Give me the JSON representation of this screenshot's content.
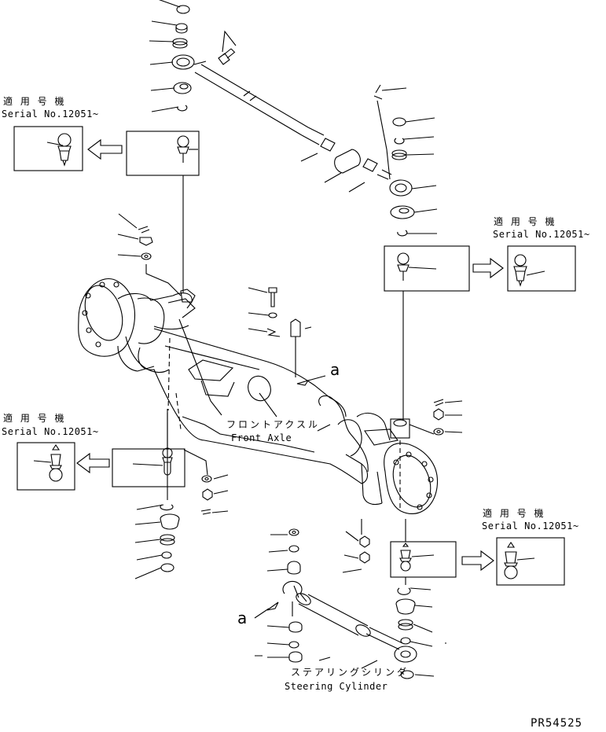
{
  "serial_note": {
    "applicable_ja": "適 用 号 機",
    "serial_text": "Serial No.12051~"
  },
  "labels": {
    "front_axle_ja": "フロントアクスル",
    "front_axle_en": "Front Axle",
    "steering_cylinder_ja": "ステアリングシリンダ",
    "steering_cylinder_en": "Steering Cylinder",
    "callout_a": "a"
  },
  "figure_code": "PR54525"
}
